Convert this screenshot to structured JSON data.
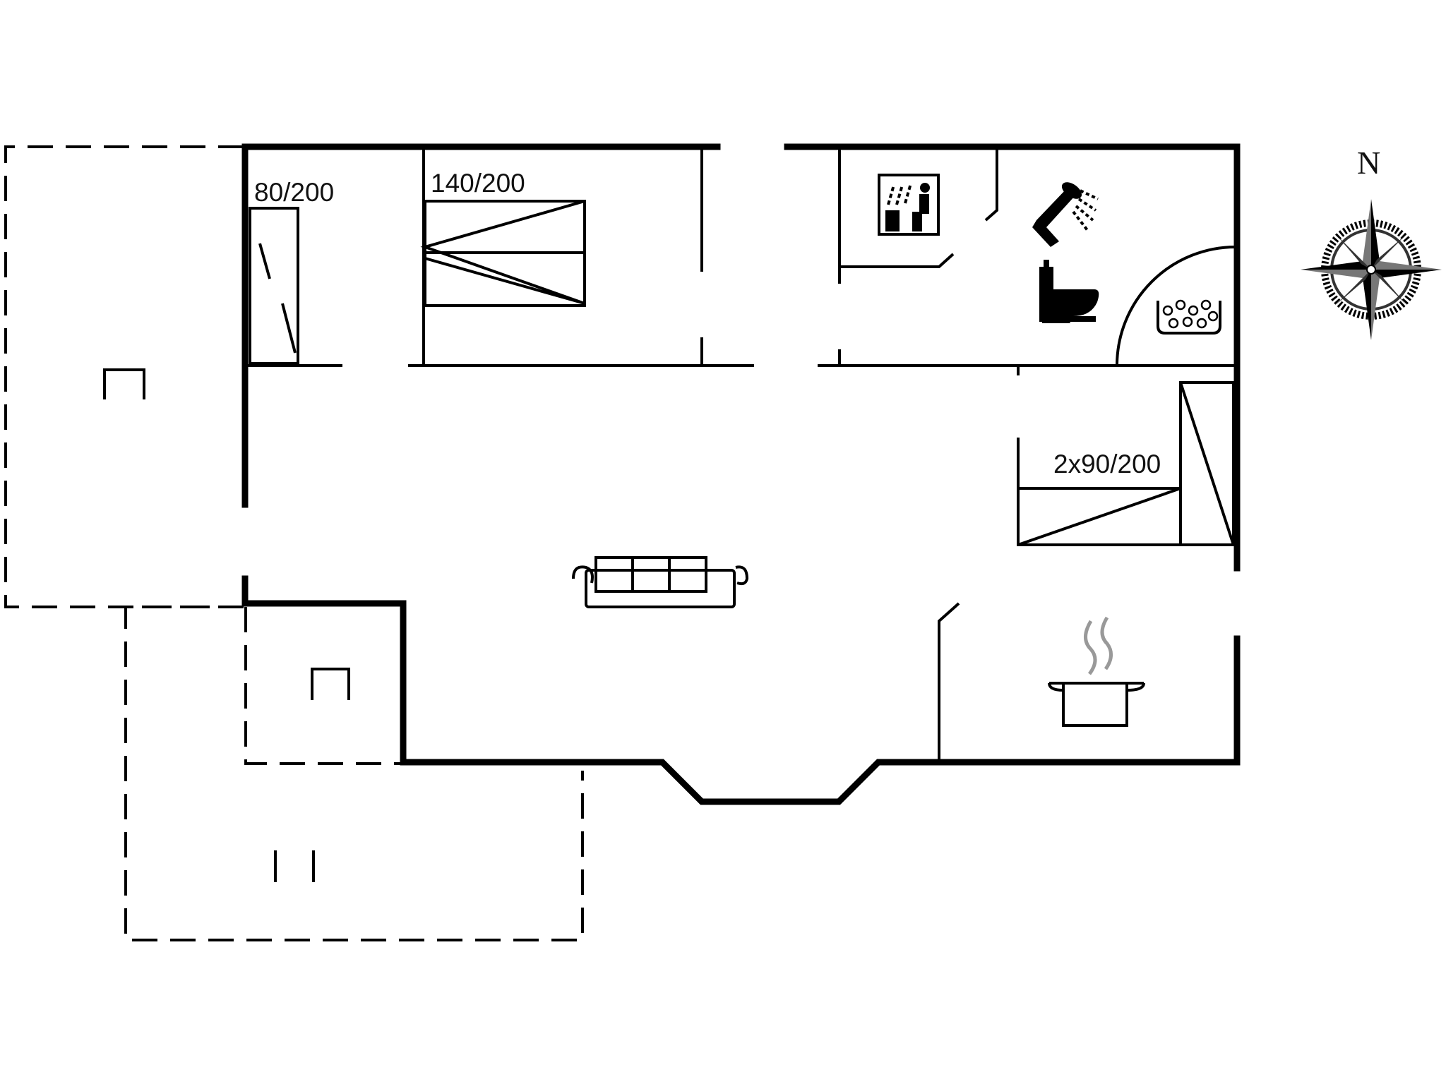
{
  "labels": {
    "bed_single": "80/200",
    "bed_double": "140/200",
    "bed_twin": "2x90/200",
    "compass_north": "N"
  },
  "icons": [
    "sauna-icon",
    "shower-icon",
    "toilet-icon",
    "whirlpool-icon",
    "sofa-icon",
    "cooking-pot-icon",
    "compass-rose-icon",
    "chair-icon"
  ]
}
